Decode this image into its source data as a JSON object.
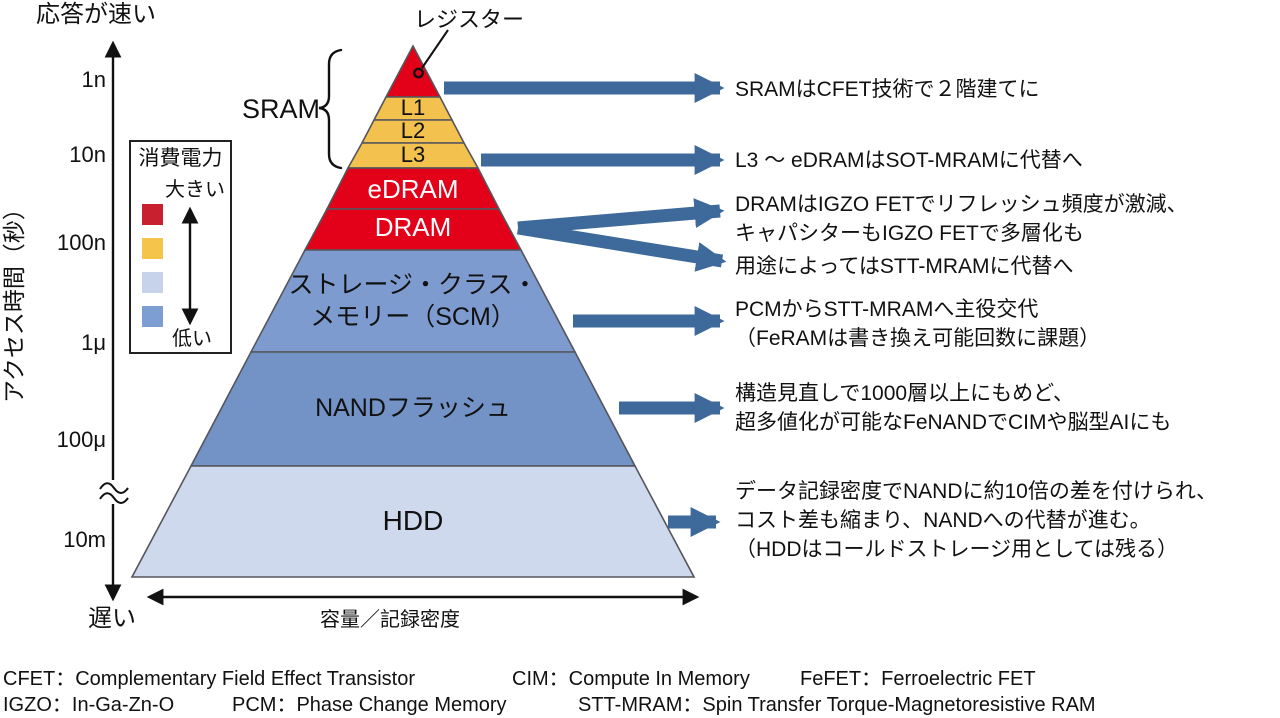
{
  "title": "メモリー階層図（アクセス時間と容量／記録密度）",
  "colors": {
    "band_red": "#e30019",
    "band_yellow": "#f2c14e",
    "band_blue_scm": "#7d9bce",
    "band_blue_nand": "#7392c6",
    "band_blue_hdd": "#cfd9ed",
    "legend_red": "#c92030",
    "legend_yellow": "#f5c44a",
    "legend_light_blue": "#c7d3eb",
    "legend_blue": "#7d9ed2",
    "arrow_blue": "#3d6a9a",
    "axis_black": "#111111"
  },
  "y_axis": {
    "fast_label": "応答が速い",
    "axis_label": "アクセス時間（秒）",
    "ticks": [
      "1n",
      "10n",
      "100n",
      "1μ",
      "100μ",
      "10m"
    ],
    "slow_label": "遅い"
  },
  "x_axis": {
    "label": "容量／記録密度"
  },
  "legend": {
    "title": "消費電力",
    "high_label": "大きい",
    "low_label": "低い"
  },
  "pyramid": {
    "register_label": "レジスター",
    "sram_label": "SRAM",
    "levels": {
      "l1": "L1",
      "l2": "L2",
      "l3": "L3",
      "edram": "eDRAM",
      "dram": "DRAM",
      "scm": "ストレージ・クラス・\nメモリー（SCM）",
      "nand": "NANDフラッシュ",
      "hdd": "HDD"
    }
  },
  "annotations": [
    {
      "text": "SRAMはCFET技術で２階建てに"
    },
    {
      "text": "L3 ～ eDRAMはSOT-MRAMに代替へ"
    },
    {
      "text": "DRAMはIGZO FETでリフレッシュ頻度が激減、\nキャパシターもIGZO FETで多層化も"
    },
    {
      "text": "用途によってはSTT-MRAMに代替へ"
    },
    {
      "text": "PCMからSTT-MRAMへ主役交代\n（FeRAMは書き換え可能回数に課題）"
    },
    {
      "text": "構造見直しで1000層以上にもめど、\n超多値化が可能なFeNANDでCIMや脳型AIにも"
    },
    {
      "text": "データ記録密度でNANDに約10倍の差を付けられ、\nコスト差も縮まり、NANDへの代替が進む。\n（HDDはコールドストレージ用としては残る）"
    }
  ],
  "footer": {
    "rows": [
      [
        "CFET：Complementary Field Effect Transistor",
        "CIM：Compute In Memory",
        "FeFET：Ferroelectric FET"
      ],
      [
        "IGZO：In-Ga-Zn-O",
        "PCM：Phase Change Memory",
        "STT-MRAM：Spin Transfer Torque-Magnetoresistive RAM"
      ]
    ]
  }
}
